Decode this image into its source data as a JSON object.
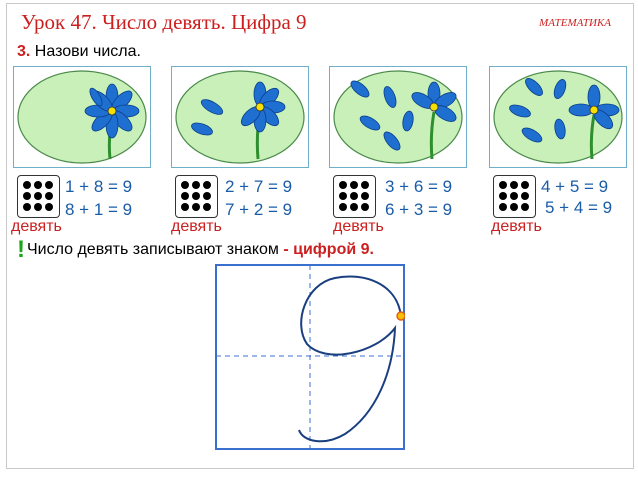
{
  "header": {
    "title": "Урок 47. Число девять. Цифра 9",
    "subject": "МАТЕМАТИКА"
  },
  "task": {
    "number": "3.",
    "text": "Назови числа."
  },
  "cards": [
    {
      "eq1": "1 + 8 = 9",
      "eq2": "8 + 1 = 9",
      "word": "девять"
    },
    {
      "eq1": "2 + 7 = 9",
      "eq2": "7 + 2 = 9",
      "word": "девять"
    },
    {
      "eq1": "3 + 6 = 9",
      "eq2": "6 + 3 = 9",
      "word": "девять"
    },
    {
      "eq1": "4 + 5 = 9",
      "eq2": "5 + 4 = 9",
      "word": "девять"
    }
  ],
  "note": {
    "mark": "!",
    "text": "Число девять записывают знаком ",
    "dash": "-",
    "highlight": " цифрой 9."
  },
  "colors": {
    "title": "#cc1f1f",
    "equations": "#1a5ca8",
    "petals": "#1f6fd0",
    "oval": "#c8f0b8",
    "stem": "#2f8f2f",
    "guide": "#3a6fd0",
    "exclamation": "#1aa51a"
  },
  "icons": [
    "flower-icon",
    "dice-nine-icon",
    "digit-nine-tracing"
  ]
}
